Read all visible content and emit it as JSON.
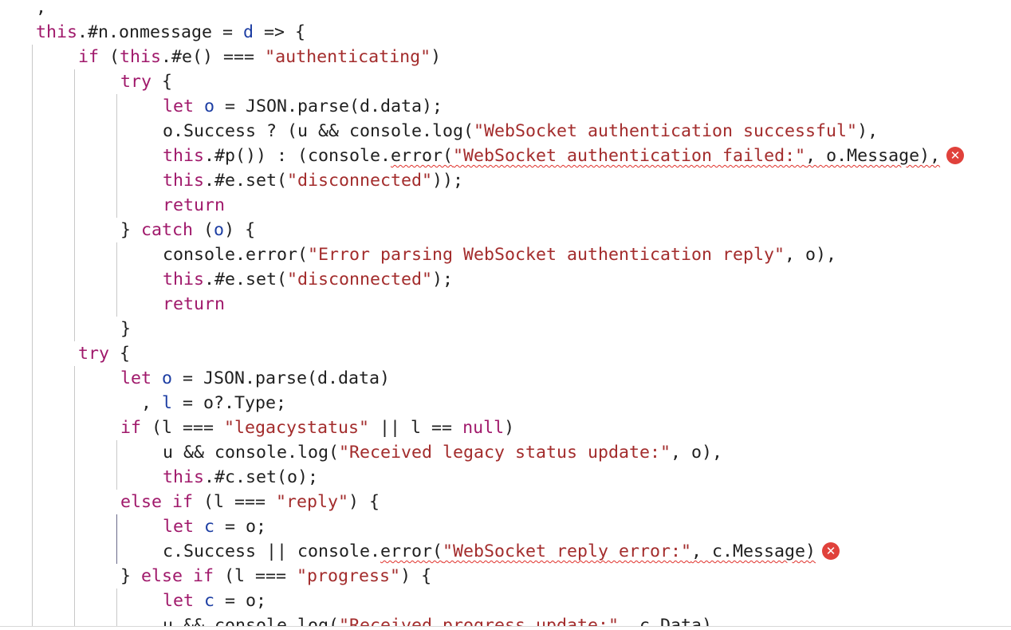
{
  "editor": {
    "error_icon": "error-circle-icon",
    "colors": {
      "keyword": "#a0196b",
      "string": "#a32c2c",
      "variable": "#1d3ea3",
      "text": "#1f1f1f",
      "error": "#e0413b"
    },
    "lines": [
      {
        "indent": 0,
        "tokens": [
          {
            "t": "plain",
            "v": ","
          }
        ]
      },
      {
        "indent": 0,
        "tokens": [
          {
            "t": "kw",
            "v": "this"
          },
          {
            "t": "plain",
            "v": ".#n.onmessage = "
          },
          {
            "t": "var",
            "v": "d"
          },
          {
            "t": "plain",
            "v": " => {"
          }
        ]
      },
      {
        "indent": 1,
        "tokens": [
          {
            "t": "kw",
            "v": "if"
          },
          {
            "t": "plain",
            "v": " ("
          },
          {
            "t": "kw",
            "v": "this"
          },
          {
            "t": "plain",
            "v": ".#e() === "
          },
          {
            "t": "str",
            "v": "\"authenticating\""
          },
          {
            "t": "plain",
            "v": ")"
          }
        ]
      },
      {
        "indent": 2,
        "tokens": [
          {
            "t": "kw",
            "v": "try"
          },
          {
            "t": "plain",
            "v": " {"
          }
        ]
      },
      {
        "indent": 3,
        "tokens": [
          {
            "t": "kw",
            "v": "let"
          },
          {
            "t": "plain",
            "v": " "
          },
          {
            "t": "var",
            "v": "o"
          },
          {
            "t": "plain",
            "v": " = JSON.parse(d.data);"
          }
        ]
      },
      {
        "indent": 3,
        "tokens": [
          {
            "t": "plain",
            "v": "o.Success ? (u && console.log("
          },
          {
            "t": "str",
            "v": "\"WebSocket authentication successful\""
          },
          {
            "t": "plain",
            "v": "),"
          }
        ]
      },
      {
        "indent": 3,
        "error": true,
        "tokens": [
          {
            "t": "kw",
            "v": "this"
          },
          {
            "t": "plain",
            "v": ".#p()) : (console."
          },
          {
            "t": "plain",
            "v": "error(",
            "sq": true
          },
          {
            "t": "str",
            "v": "\"WebSocket authentication failed:\"",
            "sq": true
          },
          {
            "t": "plain",
            "v": ", o.Message),",
            "sq": true
          }
        ]
      },
      {
        "indent": 3,
        "tokens": [
          {
            "t": "kw",
            "v": "this"
          },
          {
            "t": "plain",
            "v": ".#e.set("
          },
          {
            "t": "str",
            "v": "\"disconnected\""
          },
          {
            "t": "plain",
            "v": "));"
          }
        ]
      },
      {
        "indent": 3,
        "tokens": [
          {
            "t": "kw",
            "v": "return"
          }
        ]
      },
      {
        "indent": 2,
        "tokens": [
          {
            "t": "plain",
            "v": "} "
          },
          {
            "t": "kw",
            "v": "catch"
          },
          {
            "t": "plain",
            "v": " ("
          },
          {
            "t": "var",
            "v": "o"
          },
          {
            "t": "plain",
            "v": ") {"
          }
        ]
      },
      {
        "indent": 3,
        "tokens": [
          {
            "t": "plain",
            "v": "console.error("
          },
          {
            "t": "str",
            "v": "\"Error parsing WebSocket authentication reply\""
          },
          {
            "t": "plain",
            "v": ", o),"
          }
        ]
      },
      {
        "indent": 3,
        "tokens": [
          {
            "t": "kw",
            "v": "this"
          },
          {
            "t": "plain",
            "v": ".#e.set("
          },
          {
            "t": "str",
            "v": "\"disconnected\""
          },
          {
            "t": "plain",
            "v": ");"
          }
        ]
      },
      {
        "indent": 3,
        "tokens": [
          {
            "t": "kw",
            "v": "return"
          }
        ]
      },
      {
        "indent": 2,
        "tokens": [
          {
            "t": "plain",
            "v": "}"
          }
        ]
      },
      {
        "indent": 1,
        "tokens": [
          {
            "t": "kw",
            "v": "try"
          },
          {
            "t": "plain",
            "v": " {"
          }
        ]
      },
      {
        "indent": 2,
        "tokens": [
          {
            "t": "kw",
            "v": "let"
          },
          {
            "t": "plain",
            "v": " "
          },
          {
            "t": "var",
            "v": "o"
          },
          {
            "t": "plain",
            "v": " = JSON.parse(d.data)"
          }
        ]
      },
      {
        "indent": 2,
        "tokens": [
          {
            "t": "plain",
            "v": "  , "
          },
          {
            "t": "var",
            "v": "l"
          },
          {
            "t": "plain",
            "v": " = o?.Type;"
          }
        ]
      },
      {
        "indent": 2,
        "tokens": [
          {
            "t": "kw",
            "v": "if"
          },
          {
            "t": "plain",
            "v": " (l === "
          },
          {
            "t": "str",
            "v": "\"legacystatus\""
          },
          {
            "t": "plain",
            "v": " || l == "
          },
          {
            "t": "kw",
            "v": "null"
          },
          {
            "t": "plain",
            "v": ")"
          }
        ]
      },
      {
        "indent": 3,
        "tokens": [
          {
            "t": "plain",
            "v": "u && console.log("
          },
          {
            "t": "str",
            "v": "\"Received legacy status update:\""
          },
          {
            "t": "plain",
            "v": ", o),"
          }
        ]
      },
      {
        "indent": 3,
        "tokens": [
          {
            "t": "kw",
            "v": "this"
          },
          {
            "t": "plain",
            "v": ".#c.set(o);"
          }
        ]
      },
      {
        "indent": 2,
        "tokens": [
          {
            "t": "kw",
            "v": "else if"
          },
          {
            "t": "plain",
            "v": " (l === "
          },
          {
            "t": "str",
            "v": "\"reply\""
          },
          {
            "t": "plain",
            "v": ") {"
          }
        ]
      },
      {
        "indent": 3,
        "tokens": [
          {
            "t": "kw",
            "v": "let"
          },
          {
            "t": "plain",
            "v": " "
          },
          {
            "t": "var",
            "v": "c"
          },
          {
            "t": "plain",
            "v": " = o;"
          }
        ]
      },
      {
        "indent": 3,
        "error": true,
        "tokens": [
          {
            "t": "plain",
            "v": "c.Success || console."
          },
          {
            "t": "plain",
            "v": "error(",
            "sq": true
          },
          {
            "t": "str",
            "v": "\"WebSocket reply error:\"",
            "sq": true
          },
          {
            "t": "plain",
            "v": ", c.Message)",
            "sq": true
          }
        ]
      },
      {
        "indent": 2,
        "tokens": [
          {
            "t": "plain",
            "v": "} "
          },
          {
            "t": "kw",
            "v": "else if"
          },
          {
            "t": "plain",
            "v": " (l === "
          },
          {
            "t": "str",
            "v": "\"progress\""
          },
          {
            "t": "plain",
            "v": ") {"
          }
        ]
      },
      {
        "indent": 3,
        "tokens": [
          {
            "t": "kw",
            "v": "let"
          },
          {
            "t": "plain",
            "v": " "
          },
          {
            "t": "var",
            "v": "c"
          },
          {
            "t": "plain",
            "v": " = o;"
          }
        ]
      },
      {
        "indent": 3,
        "tokens": [
          {
            "t": "plain",
            "v": "u && console.log("
          },
          {
            "t": "str",
            "v": "\"Received progress update:\""
          },
          {
            "t": "plain",
            "v": ", c.Data),"
          }
        ]
      }
    ]
  }
}
